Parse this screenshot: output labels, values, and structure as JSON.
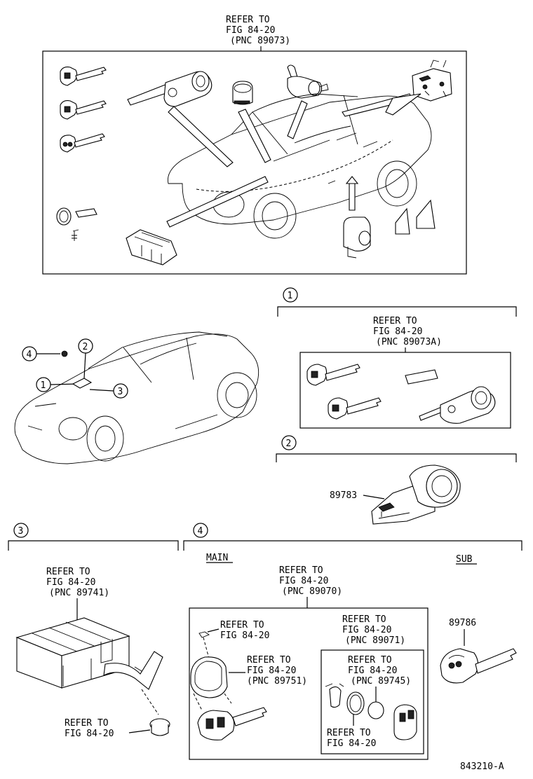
{
  "top": {
    "refer_line1": "REFER TO",
    "refer_line2": "FIG 84-20",
    "refer_line3": "(PNC 89073)"
  },
  "sections": {
    "s1": {
      "marker": "1",
      "refer_line1": "REFER TO",
      "refer_line2": "FIG 84-20",
      "refer_line3": "(PNC 89073A)"
    },
    "s2": {
      "marker": "2",
      "part_number": "89783"
    },
    "s3": {
      "marker": "3",
      "refer_line1": "REFER TO",
      "refer_line2": "FIG 84-20",
      "refer_line3": "(PNC 89741)",
      "clip_refer_line1": "REFER TO",
      "clip_refer_line2": "FIG 84-20"
    },
    "s4": {
      "marker": "4",
      "main_label": "MAIN",
      "sub_label": "SUB",
      "refer_line1": "REFER TO",
      "refer_line2": "FIG 84-20",
      "refer_line3": "(PNC 89070)",
      "screw_refer_line1": "REFER TO",
      "screw_refer_line2": "FIG 84-20",
      "case_refer_line1": "REFER TO",
      "case_refer_line2": "FIG 84-20",
      "case_refer_line3": "(PNC 89751)",
      "module_refer_line1": "REFER TO",
      "module_refer_line2": "FIG 84-20",
      "module_refer_line3": "(PNC 89071)",
      "battery_refer_line1": "REFER TO",
      "battery_refer_line2": "FIG 84-20",
      "battery_refer_line3": "(PNC 89745)",
      "ring_refer_line1": "REFER TO",
      "ring_refer_line2": "FIG 84-20",
      "sub_part_number": "89786"
    }
  },
  "callouts": [
    "4",
    "2",
    "1",
    "3"
  ],
  "figure_code": "843210-A"
}
